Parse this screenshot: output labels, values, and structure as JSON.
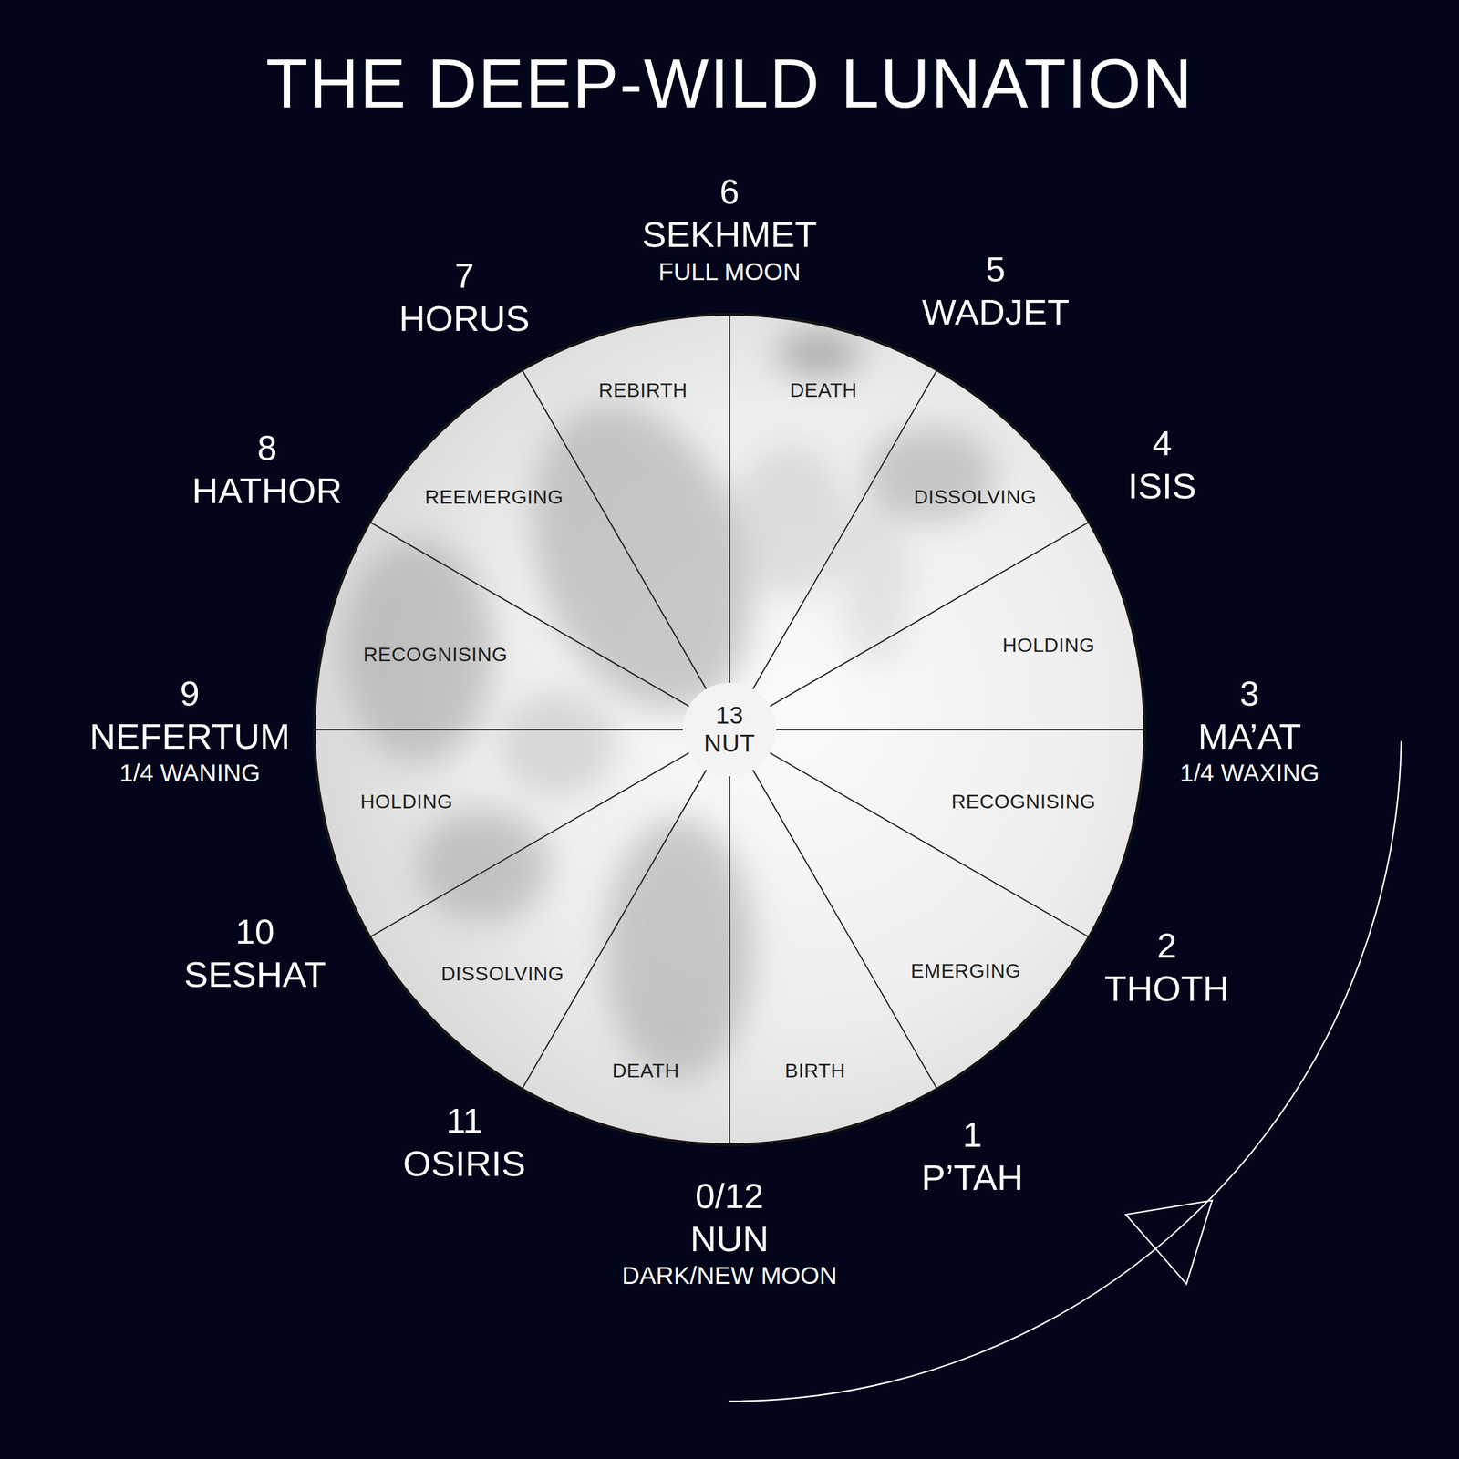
{
  "diagram": {
    "title": "THE DEEP-WILD LUNATION",
    "nodes": [
      {
        "text": [
          "BIRTH"
        ]
      },
      {
        "text": [
          "EMERGING"
        ]
      },
      {
        "text": [
          "RECOGNISING"
        ]
      },
      {
        "text": [
          "HOLDING"
        ]
      },
      {
        "text": [
          "DISSOLVING"
        ]
      },
      {
        "text": [
          "DEATH"
        ]
      },
      {
        "text": [
          "REBIRTH"
        ]
      },
      {
        "text": [
          "REEMERGING"
        ]
      },
      {
        "text": [
          "RECOGNISING"
        ]
      },
      {
        "text": [
          "HOLDING"
        ]
      },
      {
        "text": [
          "DISSOLVING"
        ]
      },
      {
        "text": [
          "DEATH"
        ]
      },
      {
        "text": [
          "13",
          "NUT"
        ]
      }
    ],
    "labels": [
      "0/12",
      "NUN",
      "DARK/NEW MOON",
      "1",
      "P’TAH",
      "2",
      "THOTH",
      "3",
      "MA’AT",
      "1/4 WAXING",
      "4",
      "ISIS",
      "5",
      "WADJET",
      "6",
      "SEKHMET",
      "FULL MOON",
      "7",
      "HORUS",
      "8",
      "HATHOR",
      "9",
      "NEFERTUM",
      "1/4 WANING",
      "10",
      "SESHAT",
      "11",
      "OSIRIS"
    ]
  }
}
